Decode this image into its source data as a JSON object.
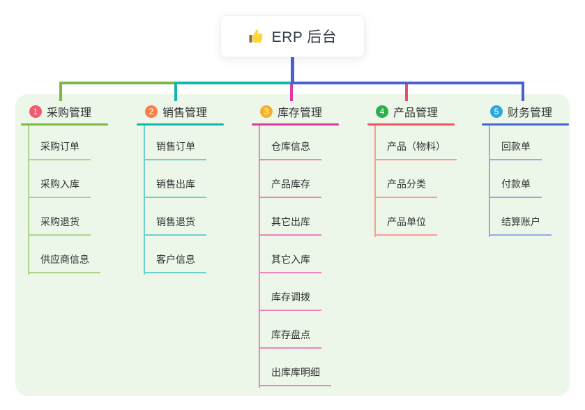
{
  "root": {
    "icon": "thumbs-up-icon",
    "title": "ERP 后台"
  },
  "branches": [
    {
      "num": "1",
      "title": "采购管理",
      "line_color": "#7cb843",
      "child_line_color": "#a9d58e",
      "badge_color": "#f25a70",
      "children": [
        "采购订单",
        "采购入库",
        "采购退货",
        "供应商信息"
      ]
    },
    {
      "num": "2",
      "title": "销售管理",
      "line_color": "#14b6ab",
      "child_line_color": "#6fcfc9",
      "badge_color": "#f6824a",
      "children": [
        "销售订单",
        "销售出库",
        "销售退货",
        "客户信息"
      ]
    },
    {
      "num": "3",
      "title": "库存管理",
      "line_color": "#dc3a9e",
      "child_line_color": "#ef83bb",
      "badge_color": "#f7b02b",
      "children": [
        "仓库信息",
        "产品库存",
        "其它出库",
        "其它入库",
        "库存调拨",
        "库存盘点",
        "出库库明细"
      ]
    },
    {
      "num": "4",
      "title": "产品管理",
      "line_color": "#f2565e",
      "child_line_color": "#f89c96",
      "badge_color": "#2fae50",
      "children": [
        "产品（物料）",
        "产品分类",
        "产品单位"
      ]
    },
    {
      "num": "5",
      "title": "财务管理",
      "line_color": "#4565d2",
      "child_line_color": "#93abe4",
      "badge_color": "#2ca8e0",
      "children": [
        "回款单",
        "付款单",
        "结算账户"
      ]
    }
  ],
  "connectors": {
    "root_stem_color": "#4c5fd0",
    "segment_green": "#7cb843",
    "segment_teal": "#14b6ab",
    "segment_blue": "#4c5fd0",
    "drop_magenta": "#dc3a9e",
    "drop_crimson": "#ea4c6e"
  },
  "panel_background": "#ecf7e9"
}
